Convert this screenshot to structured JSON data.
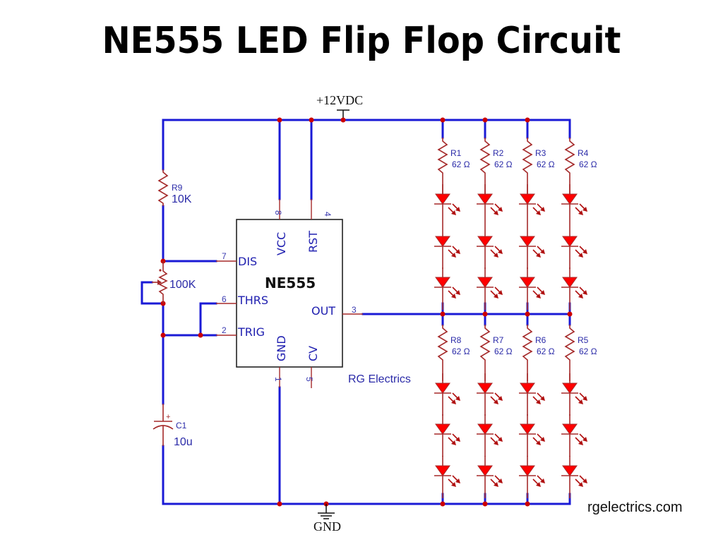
{
  "title": "NE555 LED Flip Flop Circuit",
  "supply_label": "+12VDC",
  "ground_label": "GND",
  "ic": {
    "name": "NE555",
    "pins": [
      {
        "number": "8",
        "label": "VCC"
      },
      {
        "number": "4",
        "label": "RST"
      },
      {
        "number": "7",
        "label": "DIS"
      },
      {
        "number": "6",
        "label": "THRS"
      },
      {
        "number": "2",
        "label": "TRIG"
      },
      {
        "number": "3",
        "label": "OUT"
      },
      {
        "number": "1",
        "label": "GND"
      },
      {
        "number": "5",
        "label": "CV"
      }
    ]
  },
  "components": {
    "r9": {
      "ref": "R9",
      "value": "10K"
    },
    "pot": {
      "value": "100K"
    },
    "c1": {
      "ref": "C1",
      "value": "10u",
      "polarity": "+"
    }
  },
  "top_resistors": [
    {
      "ref": "R1",
      "value": "62 Ω"
    },
    {
      "ref": "R2",
      "value": "62 Ω"
    },
    {
      "ref": "R3",
      "value": "62 Ω"
    },
    {
      "ref": "R4",
      "value": "62 Ω"
    }
  ],
  "bottom_resistors": [
    {
      "ref": "R8",
      "value": "62 Ω"
    },
    {
      "ref": "R7",
      "value": "62 Ω"
    },
    {
      "ref": "R6",
      "value": "62 Ω"
    },
    {
      "ref": "R5",
      "value": "62 Ω"
    }
  ],
  "leds_per_string": 3,
  "brand_label": "RG Electrics",
  "watermark": "rgelectrics.com",
  "colors": {
    "wire": "#1a1ad6",
    "component": "#a52a2a",
    "junction": "#cc0000",
    "led": "#ff0000",
    "label": "#2a2aa8"
  }
}
